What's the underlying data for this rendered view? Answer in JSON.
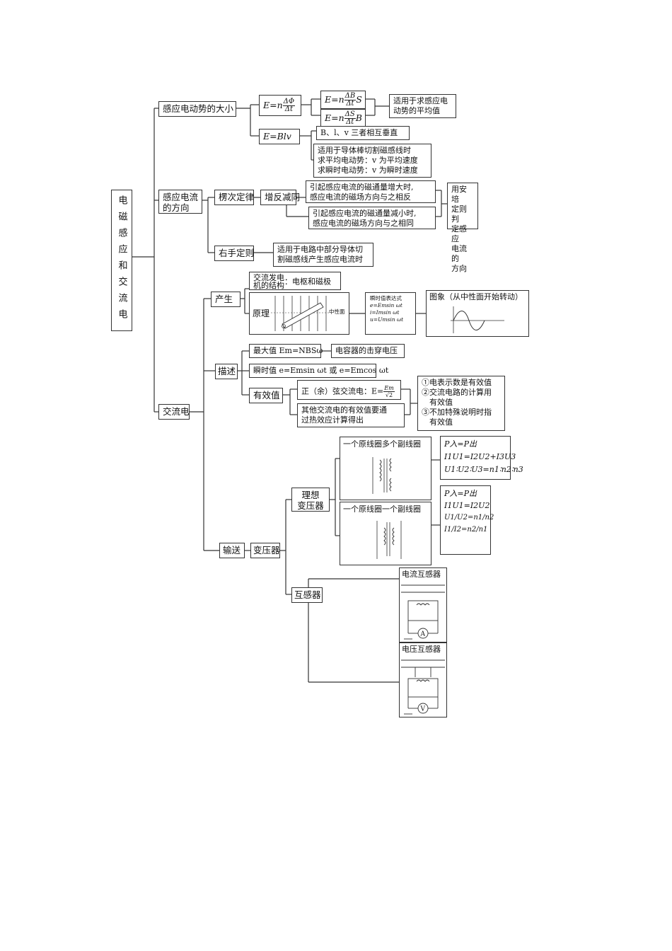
{
  "root": "电磁感应和交流电",
  "emf": {
    "label": "感应电动势的大小",
    "formula1": "E=n",
    "formula1_num": "ΔΦ",
    "formula1_den": "Δt",
    "f1a_pre": "E=n",
    "f1a_num": "ΔB",
    "f1a_den": "Δt",
    "f1a_post": "S",
    "f1b_pre": "E=n",
    "f1b_num": "ΔS",
    "f1b_den": "Δt",
    "f1b_post": "B",
    "avg_note": "适用于求感应电\n动势的平均值",
    "formula2": "E=Blv",
    "blv_perp": "B、l、v 三者相互垂直",
    "blv_note": "适用于导体棒切割磁感线时\n求平均电动势：v 为平均速度\n求瞬时电动势：v 为瞬时速度"
  },
  "direction": {
    "label": "感应电流\n的方向",
    "lenz": "楞次定律",
    "zengfan": "增反减同",
    "increase": "引起感应电流的磁通量增大时,\n感应电流的磁场方向与之相反",
    "decrease": "引起感应电流的磁通量减小时,\n感应电流的磁场方向与之相同",
    "ampere": "用安培\n定则判\n定感应\n电流的\n方向",
    "righthand": "右手定则",
    "righthand_note": "适用于电路中部分导体切\n割磁感线产生感应电流时"
  },
  "ac": {
    "label": "交流电",
    "produce": "产生",
    "generator": "交流发电\n机的结构",
    "generator_note": "：电枢和磁极",
    "principle": "原理",
    "neutral": "中性面",
    "inst_title": "瞬时值表达式",
    "inst_e": "e=Emsin ωt",
    "inst_i": "i=Imsin ωt",
    "inst_u": "u=Umsin ωt",
    "graph_title": "图象（从中性面开始转动）",
    "describe": "描述",
    "max_value": "最大值 Em=NBSω",
    "capacitor": "电容器的击穿电压",
    "instant": "瞬时值 e=Emsin ωt 或 e=Emcos ωt",
    "effective": "有效值",
    "sine_eff": "正（余）弦交流电：E=",
    "sine_eff_num": "Em",
    "sine_eff_den": "√2",
    "other_eff": "其他交流电的有效值要通\n过热效应计算得出",
    "eff_notes": "①电表示数是有效值\n②交流电路的计算用\n　有效值\n③不加特殊说明时指\n　有效值"
  },
  "transmission": {
    "label": "输送",
    "transformer": "变压器",
    "ideal": "理想\n变压器",
    "multi_title": "一个原线圈多个副线圈",
    "multi_rel1": "P入=P出",
    "multi_rel2": "I1U1=I2U2+I3U3",
    "multi_rel3": "U1∶U2∶U3=n1∶n2∶n3",
    "single_title": "一个原线圈一个副线圈",
    "single_rel1": "P入=P出",
    "single_rel2": "I1U1=I2U2",
    "single_rel3_l": "U1/U2",
    "single_rel3_r": "n1/n2",
    "single_rel4_l": "I1/I2",
    "single_rel4_r": "n2/n1",
    "mutual": "互感器",
    "ct": "电流互感器",
    "vt": "电压互感器",
    "ammeter": "A",
    "voltmeter": "V"
  }
}
